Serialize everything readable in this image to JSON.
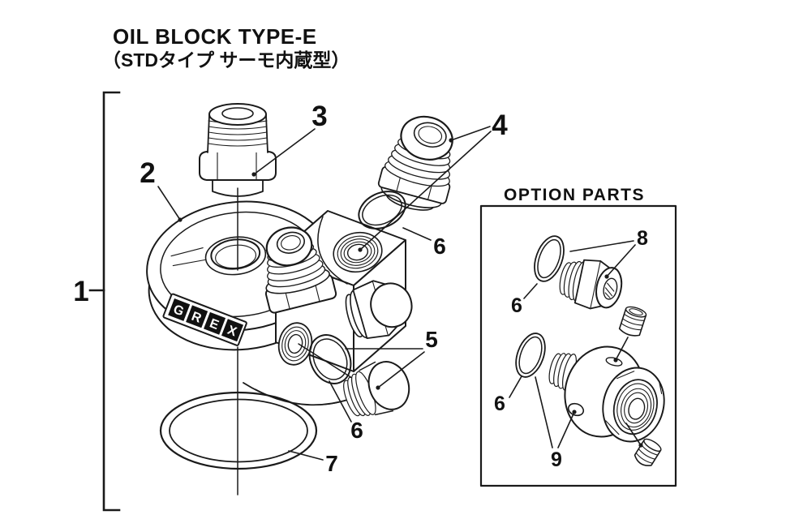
{
  "title": {
    "line1": "OIL BLOCK TYPE-E",
    "line2": "（STDタイプ サーモ内蔵型）"
  },
  "option_box": {
    "title": "OPTION PARTS"
  },
  "logo": {
    "letters": [
      "G",
      "R",
      "E",
      "X"
    ]
  },
  "callouts": {
    "assembly": "1",
    "sandwich_plate": "2",
    "center_bolt": "3",
    "an_fitting": "4",
    "drain_plug": "5",
    "oring_fitting": "6",
    "oring_drain": "6",
    "oring_block": "7",
    "option_fitting": "8",
    "option_oring_a": "6",
    "option_oring_b": "6",
    "option_adapter": "9"
  },
  "colors": {
    "line": "#1a1a1a",
    "background": "#ffffff",
    "logo_bg": "#111111",
    "logo_text": "#ffffff"
  }
}
